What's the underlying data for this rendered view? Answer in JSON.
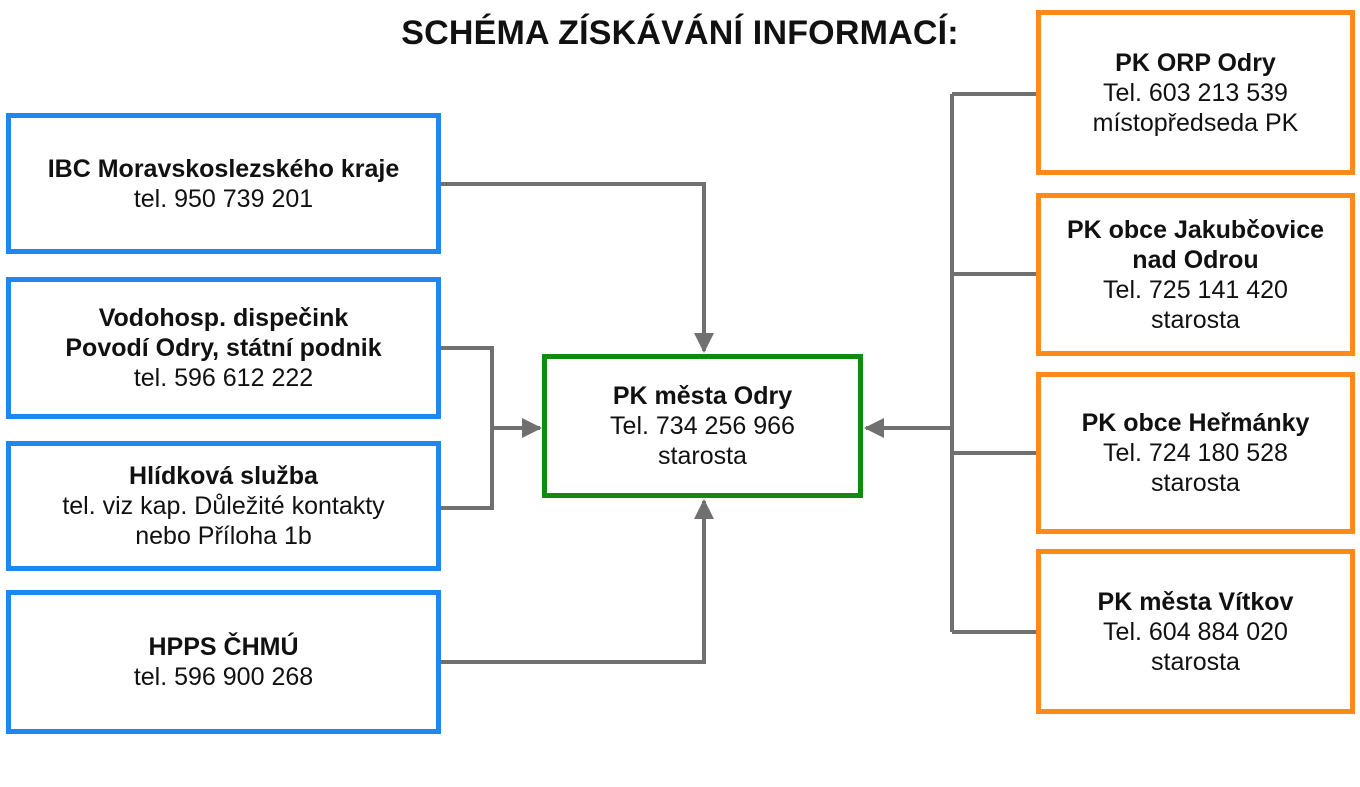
{
  "title": "SCHÉMA ZÍSKÁVÁNÍ INFORMACÍ:",
  "colors": {
    "source_border": "#1e88f0",
    "center_border": "#118a11",
    "contact_border": "#ff8a1a",
    "connector": "#707070"
  },
  "left_sources": [
    {
      "name": "IBC Moravskoslezského kraje",
      "phone": "tel. 950 739 201"
    },
    {
      "name_line1": "Vodohosp. dispečink",
      "name_line2": "Povodí Odry, státní podnik",
      "phone": "tel. 596 612 222"
    },
    {
      "name": "Hlídková služba",
      "phone_line1": "tel. viz kap. Důležité kontakty",
      "phone_line2": "nebo Příloha 1b"
    },
    {
      "name": "HPPS ČHMÚ",
      "phone": "tel. 596 900 268"
    }
  ],
  "center": {
    "name": "PK města Odry",
    "phone": "Tel. 734 256 966",
    "role": "starosta"
  },
  "right_contacts": [
    {
      "name": "PK ORP Odry",
      "phone": "Tel. 603 213 539",
      "role": "místopředseda PK"
    },
    {
      "name_line1": "PK obce Jakubčovice",
      "name_line2": "nad Odrou",
      "phone": "Tel. 725 141 420",
      "role": "starosta"
    },
    {
      "name": "PK obce Heřmánky",
      "phone": "Tel. 724 180 528",
      "role": "starosta"
    },
    {
      "name": "PK města Vítkov",
      "phone": "Tel. 604 884 020",
      "role": "starosta"
    }
  ]
}
